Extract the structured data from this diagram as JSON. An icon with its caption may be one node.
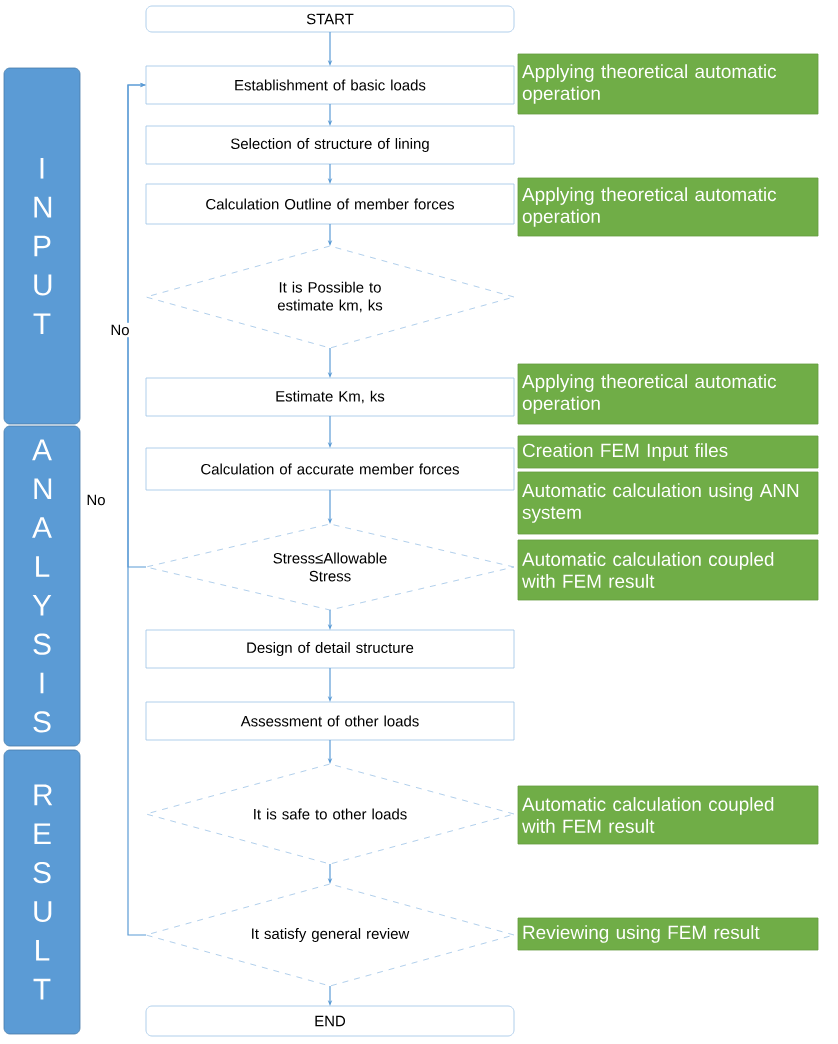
{
  "diagram": {
    "nodes": [
      {
        "text": [
          "START"
        ]
      },
      {
        "text": [
          "Establishment of basic loads"
        ]
      },
      {
        "text": [
          "Selection of structure of lining"
        ]
      },
      {
        "text": [
          "Calculation Outline of member forces"
        ]
      },
      {
        "text": [
          "It is Possible to estimate km, ks"
        ]
      },
      {
        "text": [
          "Estimate Km, ks"
        ]
      },
      {
        "text": [
          "Calculation of accurate member forces"
        ]
      },
      {
        "text": [
          "Stress≤Allowable Stress"
        ]
      },
      {
        "text": [
          "Design of detail structure"
        ]
      },
      {
        "text": [
          "Assessment of other loads"
        ]
      },
      {
        "text": [
          "It is safe to other loads"
        ]
      },
      {
        "text": [
          "It satisfy general review"
        ]
      },
      {
        "text": [
          "END"
        ]
      },
      {
        "text": [
          "I N P U T"
        ]
      },
      {
        "text": [
          "A N A L Y S I S"
        ]
      },
      {
        "text": [
          "R E S U L T"
        ]
      },
      {
        "text": [
          "Applying theoretical automatic operation"
        ]
      },
      {
        "text": [
          "Applying theoretical automatic operation"
        ]
      },
      {
        "text": [
          "Applying theoretical automatic operation"
        ]
      },
      {
        "text": [
          "Creation FEM Input files"
        ]
      },
      {
        "text": [
          "Automatic calculation using ANN system"
        ]
      },
      {
        "text": [
          "Automatic calculation coupled with FEM result"
        ]
      },
      {
        "text": [
          "Automatic calculation coupled with FEM result"
        ]
      },
      {
        "text": [
          "Reviewing using FEM result"
        ]
      }
    ],
    "edges": [
      {
        "from": 0,
        "to": 1,
        "arrow": "to"
      },
      {
        "from": 1,
        "to": 2,
        "arrow": "to"
      },
      {
        "from": 2,
        "to": 3,
        "arrow": "to"
      },
      {
        "from": 3,
        "to": 4,
        "arrow": "to"
      },
      {
        "from": 4,
        "to": 5,
        "arrow": "to"
      },
      {
        "from": 5,
        "to": 6,
        "arrow": "to"
      },
      {
        "from": 6,
        "to": 7,
        "arrow": "to"
      },
      {
        "from": 7,
        "to": 8,
        "arrow": "to"
      },
      {
        "from": 8,
        "to": 9,
        "arrow": "to"
      },
      {
        "from": 9,
        "to": 10,
        "arrow": "to"
      },
      {
        "from": 10,
        "to": 11,
        "arrow": "to"
      },
      {
        "from": 11,
        "to": 12,
        "arrow": "to"
      },
      {
        "from": 11,
        "to": 1,
        "arrow": "to"
      },
      {
        "from": 7,
        "to": 1,
        "arrow": "to"
      }
    ],
    "labels": [
      "No",
      "No"
    ]
  }
}
